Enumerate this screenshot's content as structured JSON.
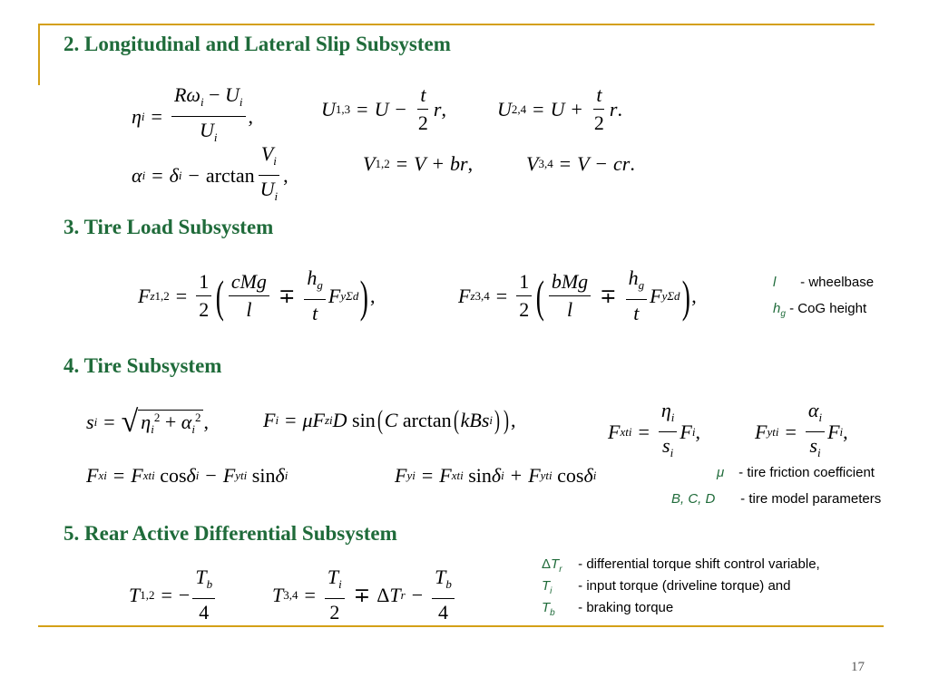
{
  "slide": {
    "headings": {
      "h2": "2. Longitudinal and Lateral Slip Subsystem",
      "h3": "3. Tire Load Subsystem",
      "h4": "4. Tire Subsystem",
      "h5": "5. Rear Active Differential Subsystem"
    },
    "page_number": "17"
  },
  "notes": {
    "tire_load": [
      {
        "symbol": "l",
        "text": "- wheelbase"
      },
      {
        "symbol": "h",
        "sub": "g",
        "text": "- CoG height"
      }
    ],
    "tire": [
      {
        "symbol": "μ",
        "text": "- tire friction coefficient"
      },
      {
        "symbol": "B, C, D",
        "text": "- tire model parameters"
      }
    ],
    "differential": [
      {
        "prefix": "Δ",
        "symbol": "T",
        "sub": "r",
        "text": "- differential torque shift control variable,"
      },
      {
        "symbol": "T",
        "sub": "i",
        "text": "- input torque (driveline torque) and"
      },
      {
        "symbol": "T",
        "sub": "b",
        "text": "- braking torque"
      }
    ]
  },
  "colors": {
    "accent_rule": "#d4a017",
    "heading": "#1f6b3a",
    "note_symbol": "#1f6b3a"
  }
}
